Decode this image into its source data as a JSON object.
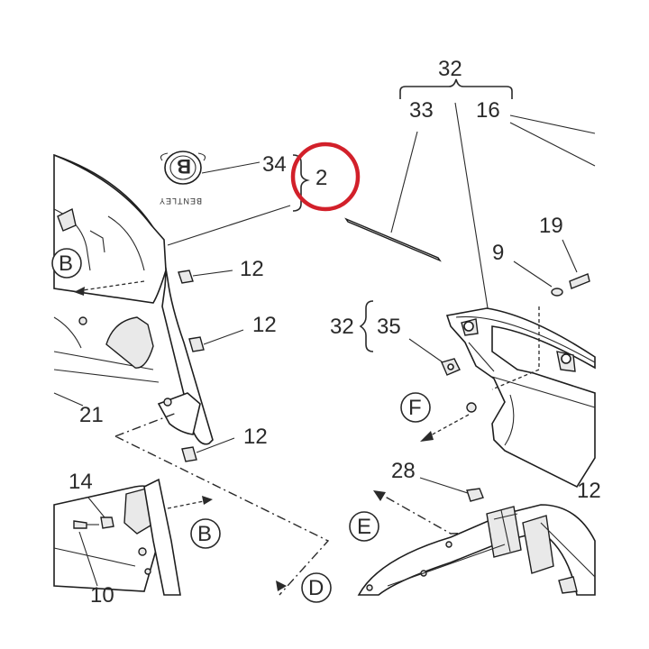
{
  "callouts": {
    "c32_top": "32",
    "c33": "33",
    "c16": "16",
    "c34": "34",
    "c2": "2",
    "c19": "19",
    "c9": "9",
    "c12_a": "12",
    "c12_b": "12",
    "c12_c": "12",
    "c12_edge": "12",
    "c32_mid": "32",
    "c35": "35",
    "c21": "21",
    "c28": "28",
    "c14": "14",
    "c10_partial": "10"
  },
  "view_markers": {
    "b_upper": "B",
    "b_lower": "B",
    "f": "F",
    "e": "E",
    "d": "D"
  },
  "emblem": {
    "letter": "B",
    "brand_text": "BENTLEY"
  },
  "highlight_color": "#d2202a"
}
